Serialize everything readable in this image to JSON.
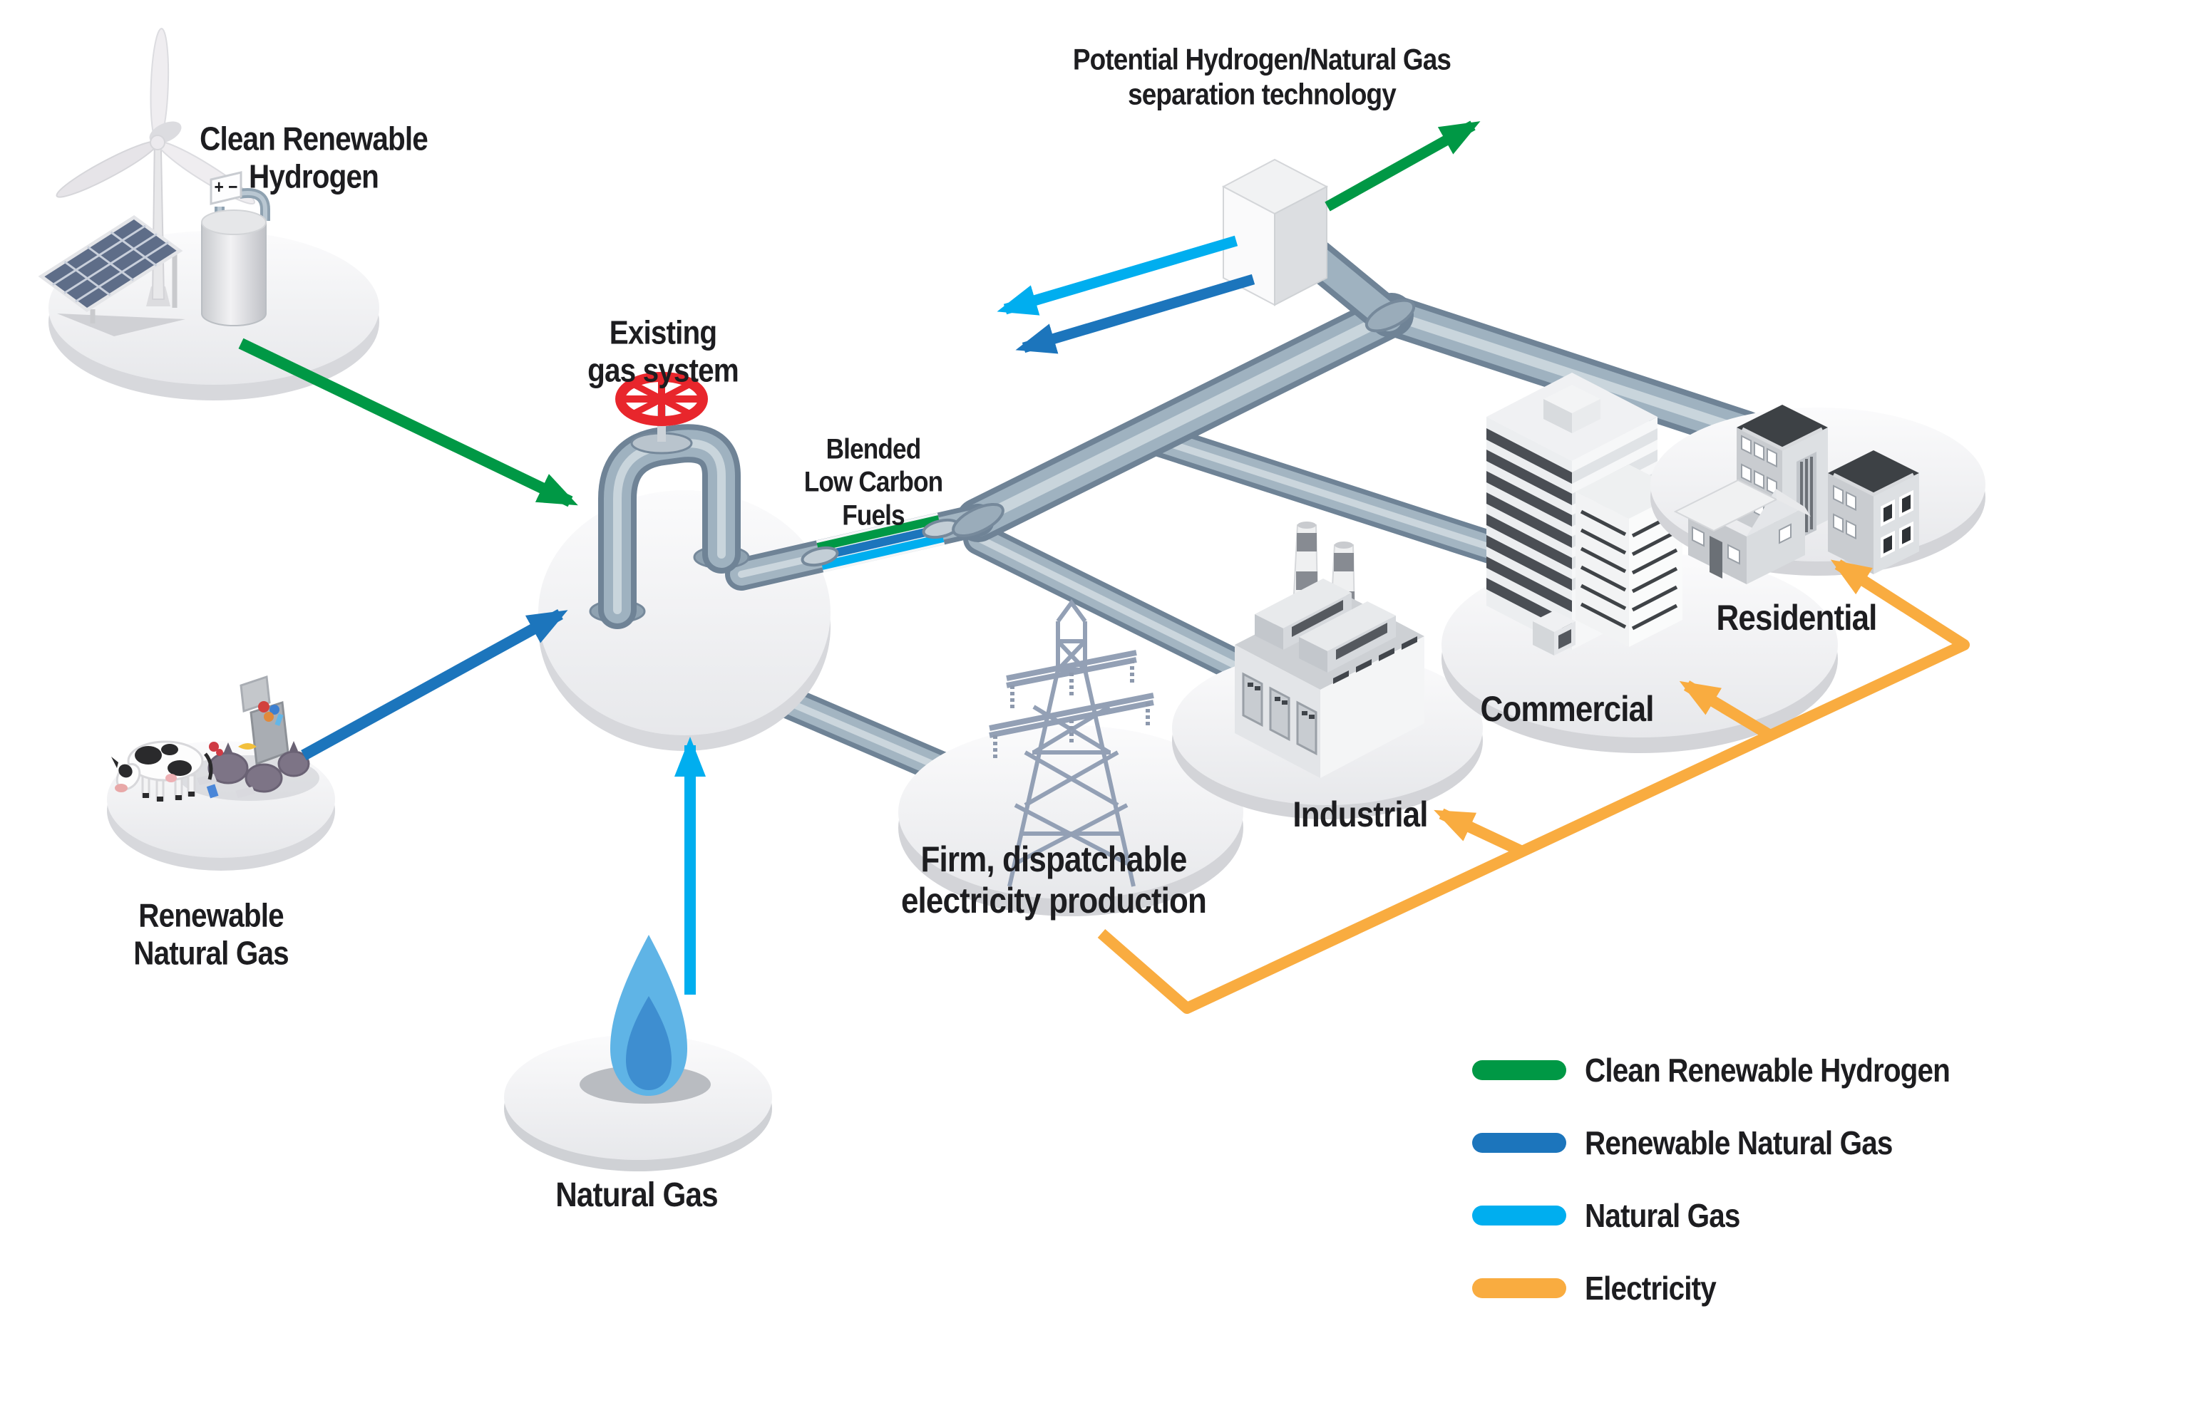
{
  "labels": {
    "clean_renewable_hydrogen": "Clean Renewable\nHydrogen",
    "existing_gas_system": "Existing\ngas system",
    "blended_low_carbon_fuels": "Blended\nLow Carbon\nFuels",
    "separation_technology": "Potential Hydrogen/Natural Gas\nseparation technology",
    "renewable_natural_gas": "Renewable\nNatural Gas",
    "natural_gas": "Natural Gas",
    "firm_dispatchable": "Firm, dispatchable\nelectricity production",
    "industrial": "Industrial",
    "commercial": "Commercial",
    "residential": "Residential",
    "electrolyzer_terminals": "+ −"
  },
  "legend": {
    "items": [
      {
        "label": "Clean Renewable Hydrogen",
        "color": "#009845"
      },
      {
        "label": "Renewable Natural Gas",
        "color": "#1C75BC"
      },
      {
        "label": "Natural Gas",
        "color": "#00AEEF"
      },
      {
        "label": "Electricity",
        "color": "#F9AC40"
      }
    ]
  },
  "flow_colors": {
    "clean_renewable_hydrogen": "#009845",
    "renewable_natural_gas": "#1C75BC",
    "natural_gas": "#00AEEF",
    "electricity": "#F9AC40",
    "pipe_gray": "#9FB2C0",
    "valve_red": "#E8262C"
  }
}
